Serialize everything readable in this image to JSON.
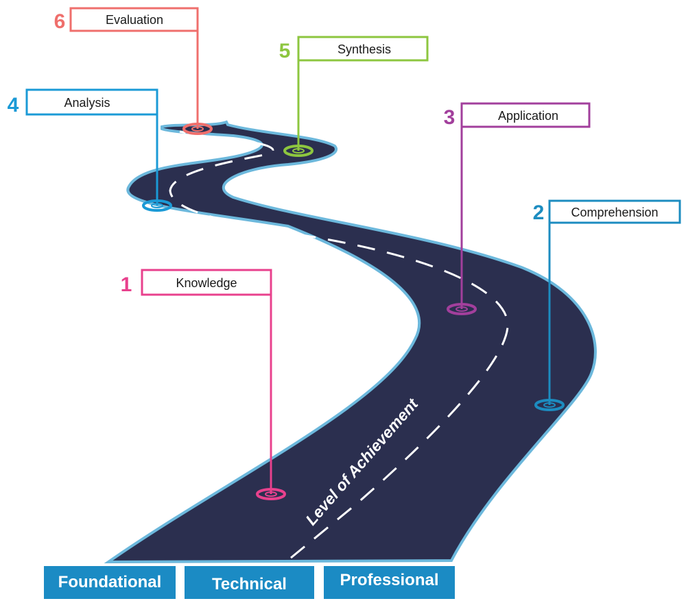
{
  "colors": {
    "road": "#2b2f4f",
    "road_edge": "#6cb8dc",
    "dash": "#ffffff",
    "button": "#1b8bc4"
  },
  "road_label": "Level of Achievement",
  "stages": [
    {
      "number": "1",
      "label": "Knowledge",
      "color": "#e8418d"
    },
    {
      "number": "2",
      "label": "Comprehension",
      "color": "#1c8cc0"
    },
    {
      "number": "3",
      "label": "Application",
      "color": "#a23f9c"
    },
    {
      "number": "4",
      "label": "Analysis",
      "color": "#1b9ad6"
    },
    {
      "number": "5",
      "label": "Synthesis",
      "color": "#8dc63f"
    },
    {
      "number": "6",
      "label": "Evaluation",
      "color": "#ef6f6c"
    }
  ],
  "levels": [
    "Foundational",
    "Technical",
    "Professional"
  ]
}
